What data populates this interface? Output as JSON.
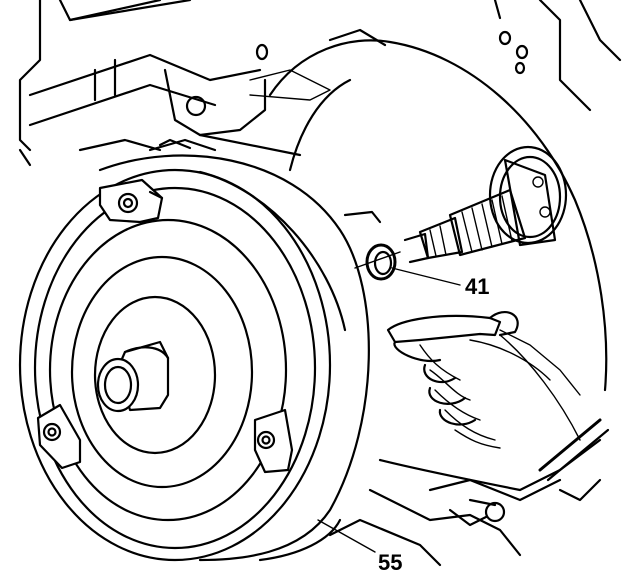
{
  "callouts": [
    {
      "id": "part-41",
      "label": "41"
    },
    {
      "id": "part-55",
      "label": "55"
    }
  ]
}
